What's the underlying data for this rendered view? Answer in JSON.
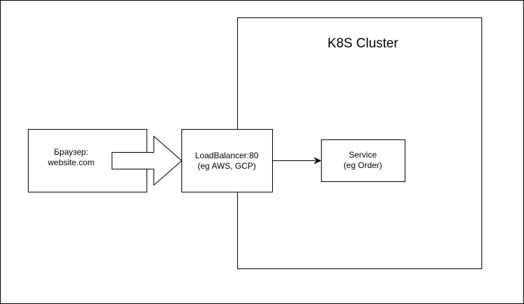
{
  "cluster": {
    "title": "K8S Cluster"
  },
  "browser": {
    "line1": "Браузер:",
    "line2": "website.com"
  },
  "load_balancer": {
    "line1": "LoadBalancer:80",
    "line2": "(eg AWS, GCP)"
  },
  "service": {
    "line1": "Service",
    "line2": "(eg Order)"
  },
  "colors": {
    "stroke": "#000000",
    "fill": "#ffffff"
  }
}
